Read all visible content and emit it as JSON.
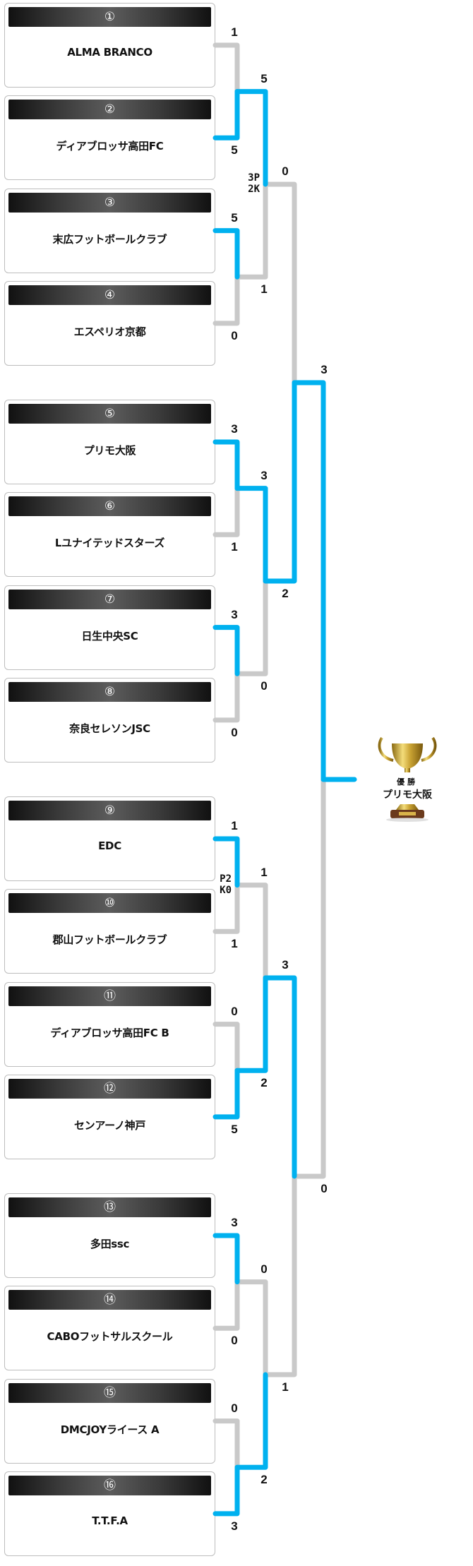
{
  "teams": [
    {
      "seed": "①",
      "name": "ALMA BRANCO"
    },
    {
      "seed": "②",
      "name": "ディアブロッサ高田FC"
    },
    {
      "seed": "③",
      "name": "末広フットボールクラブ"
    },
    {
      "seed": "④",
      "name": "エスペリオ京都"
    },
    {
      "seed": "⑤",
      "name": "プリモ大阪"
    },
    {
      "seed": "⑥",
      "name": "Lユナイテッドスターズ"
    },
    {
      "seed": "⑦",
      "name": "日生中央SC"
    },
    {
      "seed": "⑧",
      "name": "奈良セレソンJSC"
    },
    {
      "seed": "⑨",
      "name": "EDC"
    },
    {
      "seed": "⑩",
      "name": "郡山フットボールクラブ"
    },
    {
      "seed": "⑪",
      "name": "ディアブロッサ高田FC B"
    },
    {
      "seed": "⑫",
      "name": "センアーノ神戸"
    },
    {
      "seed": "⑬",
      "name": "多田ssc"
    },
    {
      "seed": "⑭",
      "name": "CABOフットサルスクール"
    },
    {
      "seed": "⑮",
      "name": "DMCJOYライース A"
    },
    {
      "seed": "⑯",
      "name": "T.T.F.A"
    }
  ],
  "rounds": [
    [
      {
        "top": "1",
        "bottom": "5",
        "winner": 1
      },
      {
        "top": "5",
        "bottom": "0",
        "winner": 0
      },
      {
        "top": "3",
        "bottom": "1",
        "winner": 0
      },
      {
        "top": "3",
        "bottom": "0",
        "winner": 0
      },
      {
        "top": "1",
        "bottom": "1",
        "winner": 0,
        "pk": [
          "P2",
          "K0"
        ]
      },
      {
        "top": "0",
        "bottom": "5",
        "winner": 1
      },
      {
        "top": "3",
        "bottom": "0",
        "winner": 0
      },
      {
        "top": "0",
        "bottom": "3",
        "winner": 1
      }
    ],
    [
      {
        "top": "5",
        "bottom": "1",
        "winner": 0,
        "pk": [
          "3P",
          "2K"
        ]
      },
      {
        "top": "3",
        "bottom": "0",
        "winner": 0
      },
      {
        "top": "1",
        "bottom": "2",
        "winner": 1
      },
      {
        "top": "0",
        "bottom": "2",
        "winner": 1
      }
    ],
    [
      {
        "top": "0",
        "bottom": "2",
        "winner": 1
      },
      {
        "top": "3",
        "bottom": "1",
        "winner": 0
      }
    ],
    [
      {
        "top": "3",
        "bottom": "0",
        "winner": 0
      }
    ]
  ],
  "champion": {
    "label": "優勝",
    "name": "プリモ大阪"
  },
  "colors": {
    "winner_line": "#00b1ef",
    "loser_line": "#c9c9c9"
  }
}
